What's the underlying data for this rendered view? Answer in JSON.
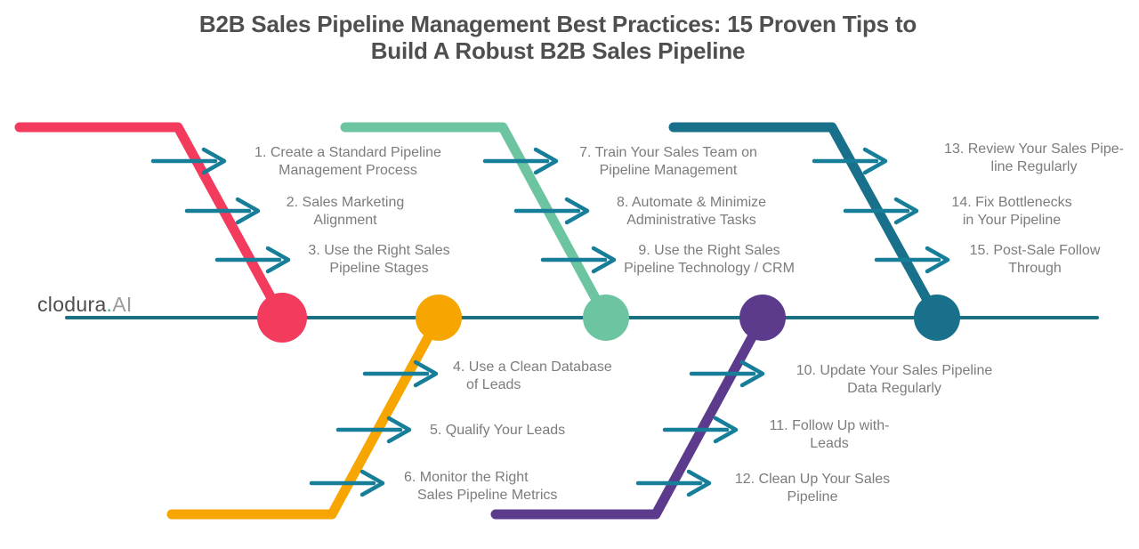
{
  "title": {
    "line1": "B2B Sales Pipeline Management Best Practices: 15 Proven Tips to",
    "line2": "Build A Robust B2B Sales Pipeline"
  },
  "logo": {
    "name": "clodura",
    "dot": ".",
    "suffix": "AI"
  },
  "palette": {
    "pink": "#F33B5D",
    "yellow": "#F7A501",
    "green": "#6DC4A1",
    "purple": "#5C3B8D",
    "teal_dark": "#19708A",
    "spine": "#1C7086",
    "arrow": "#177E99",
    "title_text": "#4F4F4F",
    "tip_text": "#7C7C7C",
    "logo_text": "#4D4D4D",
    "logo_suffix": "#9C9C9C",
    "logo_dot": "#2FB3A4"
  },
  "tips": [
    {
      "line1": "1. Create a Standard Pipeline",
      "line2": "Management Process"
    },
    {
      "line1": "2. Sales Marketing",
      "line2": "Alignment"
    },
    {
      "line1": "3. Use the Right Sales",
      "line2": "Pipeline Stages"
    },
    {
      "line1": "4. Use a Clean Database",
      "line2": "of Leads"
    },
    {
      "line1": "5. Qualify Your Leads",
      "line2": ""
    },
    {
      "line1": "6. Monitor the Right",
      "line2": "Sales Pipeline Metrics"
    },
    {
      "line1": "7. Train Your Sales Team on",
      "line2": "Pipeline Management"
    },
    {
      "line1": "8. Automate & Minimize",
      "line2": "Administrative Tasks"
    },
    {
      "line1": "9. Use the Right Sales",
      "line2": "Pipeline Technology / CRM"
    },
    {
      "line1": "10. Update Your Sales Pipeline",
      "line2": "Data Regularly"
    },
    {
      "line1": "11. Follow Up with-",
      "line2": "Leads"
    },
    {
      "line1": "12. Clean Up Your Sales",
      "line2": "Pipeline"
    },
    {
      "line1": "13. Review Your Sales Pipe-",
      "line2": "line Regularly"
    },
    {
      "line1": "14. Fix Bottlenecks",
      "line2": "in Your Pipeline"
    },
    {
      "line1": "15. Post-Sale Follow",
      "line2": "Through"
    }
  ]
}
